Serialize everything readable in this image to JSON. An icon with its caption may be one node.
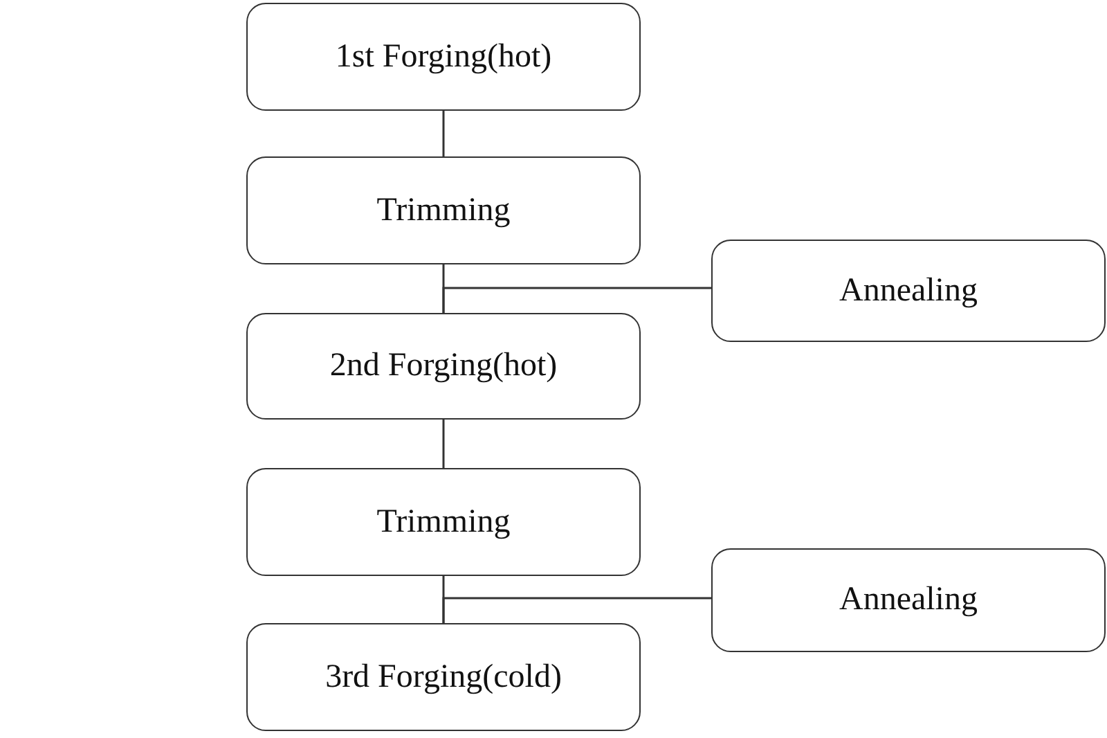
{
  "diagram": {
    "nodes": [
      {
        "text": [
          "1st Forging(hot)"
        ]
      },
      {
        "text": [
          "Trimming"
        ]
      },
      {
        "text": [
          "Annealing"
        ]
      },
      {
        "text": [
          "2nd Forging(hot)"
        ]
      },
      {
        "text": [
          "Trimming"
        ]
      },
      {
        "text": [
          "Annealing"
        ]
      },
      {
        "text": [
          "3rd Forging(cold)"
        ]
      }
    ],
    "edges": [
      {
        "from": 0,
        "to": 1,
        "arrow": "none"
      },
      {
        "from": 1,
        "to": 3,
        "arrow": "none"
      },
      {
        "from": 2,
        "to": 3,
        "arrow": "none"
      },
      {
        "from": 3,
        "to": 4,
        "arrow": "none"
      },
      {
        "from": 4,
        "to": 6,
        "arrow": "none"
      },
      {
        "from": 5,
        "to": 6,
        "arrow": "none"
      }
    ]
  }
}
